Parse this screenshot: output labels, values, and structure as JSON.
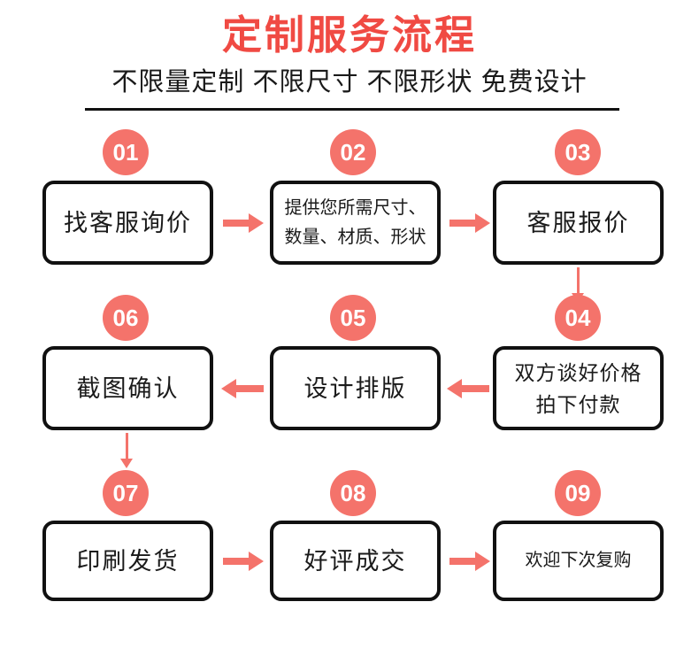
{
  "header": {
    "title": "定制服务流程",
    "subtitle": "不限量定制 不限尺寸 不限形状 免费设计"
  },
  "colors": {
    "title_red": "#f04a43",
    "accent_salmon": "#f4736b",
    "border_black": "#111111",
    "text_black": "#1a1a1a",
    "background": "#ffffff"
  },
  "steps": [
    {
      "number": "01",
      "lines": [
        "找客服询价"
      ],
      "size": "big"
    },
    {
      "number": "02",
      "lines": [
        "提供您所需尺寸、",
        "数量、材质、形状"
      ],
      "size": "small"
    },
    {
      "number": "03",
      "lines": [
        "客服报价"
      ],
      "size": "big"
    },
    {
      "number": "04",
      "lines": [
        "双方谈好价格",
        "拍下付款"
      ],
      "size": "mid"
    },
    {
      "number": "05",
      "lines": [
        "设计排版"
      ],
      "size": "big"
    },
    {
      "number": "06",
      "lines": [
        "截图确认"
      ],
      "size": "big"
    },
    {
      "number": "07",
      "lines": [
        "印刷发货"
      ],
      "size": "big"
    },
    {
      "number": "08",
      "lines": [
        "好评成交"
      ],
      "size": "big"
    },
    {
      "number": "09",
      "lines": [
        "欢迎下次复购"
      ],
      "size": "small"
    }
  ],
  "connectors": [
    {
      "from": "01",
      "to": "02",
      "direction": "right"
    },
    {
      "from": "02",
      "to": "03",
      "direction": "right"
    },
    {
      "from": "03",
      "to": "04",
      "direction": "down"
    },
    {
      "from": "04",
      "to": "05",
      "direction": "left"
    },
    {
      "from": "05",
      "to": "06",
      "direction": "left"
    },
    {
      "from": "06",
      "to": "07",
      "direction": "down"
    },
    {
      "from": "07",
      "to": "08",
      "direction": "right"
    },
    {
      "from": "08",
      "to": "09",
      "direction": "right"
    }
  ]
}
